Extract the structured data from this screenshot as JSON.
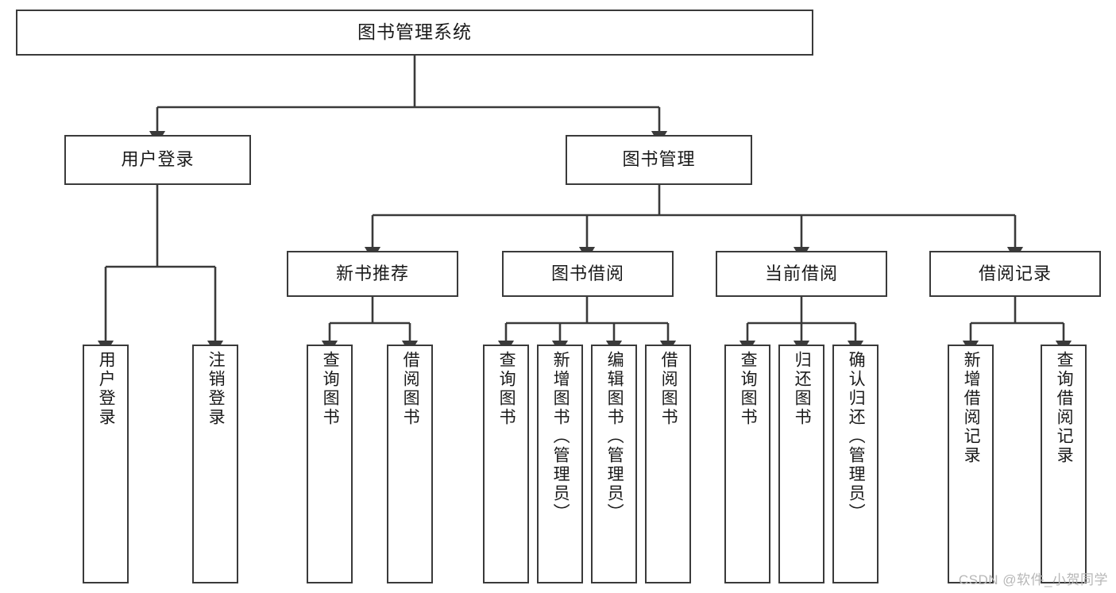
{
  "diagram": {
    "title": "图书管理系统",
    "type": "tree-hierarchy",
    "orientation": "top-down",
    "line_color": "#3a3a3a",
    "box_fill": "#ffffff",
    "text_color": "#1a1a1a"
  },
  "root": {
    "label": "图书管理系统"
  },
  "level1": [
    {
      "label": "用户登录"
    },
    {
      "label": "图书管理"
    }
  ],
  "level2": [
    {
      "label": "新书推荐"
    },
    {
      "label": "图书借阅"
    },
    {
      "label": "当前借阅"
    },
    {
      "label": "借阅记录"
    }
  ],
  "leaves": {
    "user_login": [
      {
        "label": "用户登录"
      },
      {
        "label": "注销登录"
      }
    ],
    "new_book_recommend": [
      {
        "label": "查询图书"
      },
      {
        "label": "借阅图书"
      }
    ],
    "book_borrow": [
      {
        "label": "查询图书"
      },
      {
        "label": "新增图书（管理员）"
      },
      {
        "label": "编辑图书（管理员）"
      },
      {
        "label": "借阅图书"
      }
    ],
    "current_borrow": [
      {
        "label": "查询图书"
      },
      {
        "label": "归还图书"
      },
      {
        "label": "确认归还（管理员）"
      }
    ],
    "borrow_record": [
      {
        "label": "新增借阅记录"
      },
      {
        "label": "查询借阅记录"
      }
    ]
  },
  "watermark": {
    "text": "CSDN @软件_小贺同学"
  }
}
